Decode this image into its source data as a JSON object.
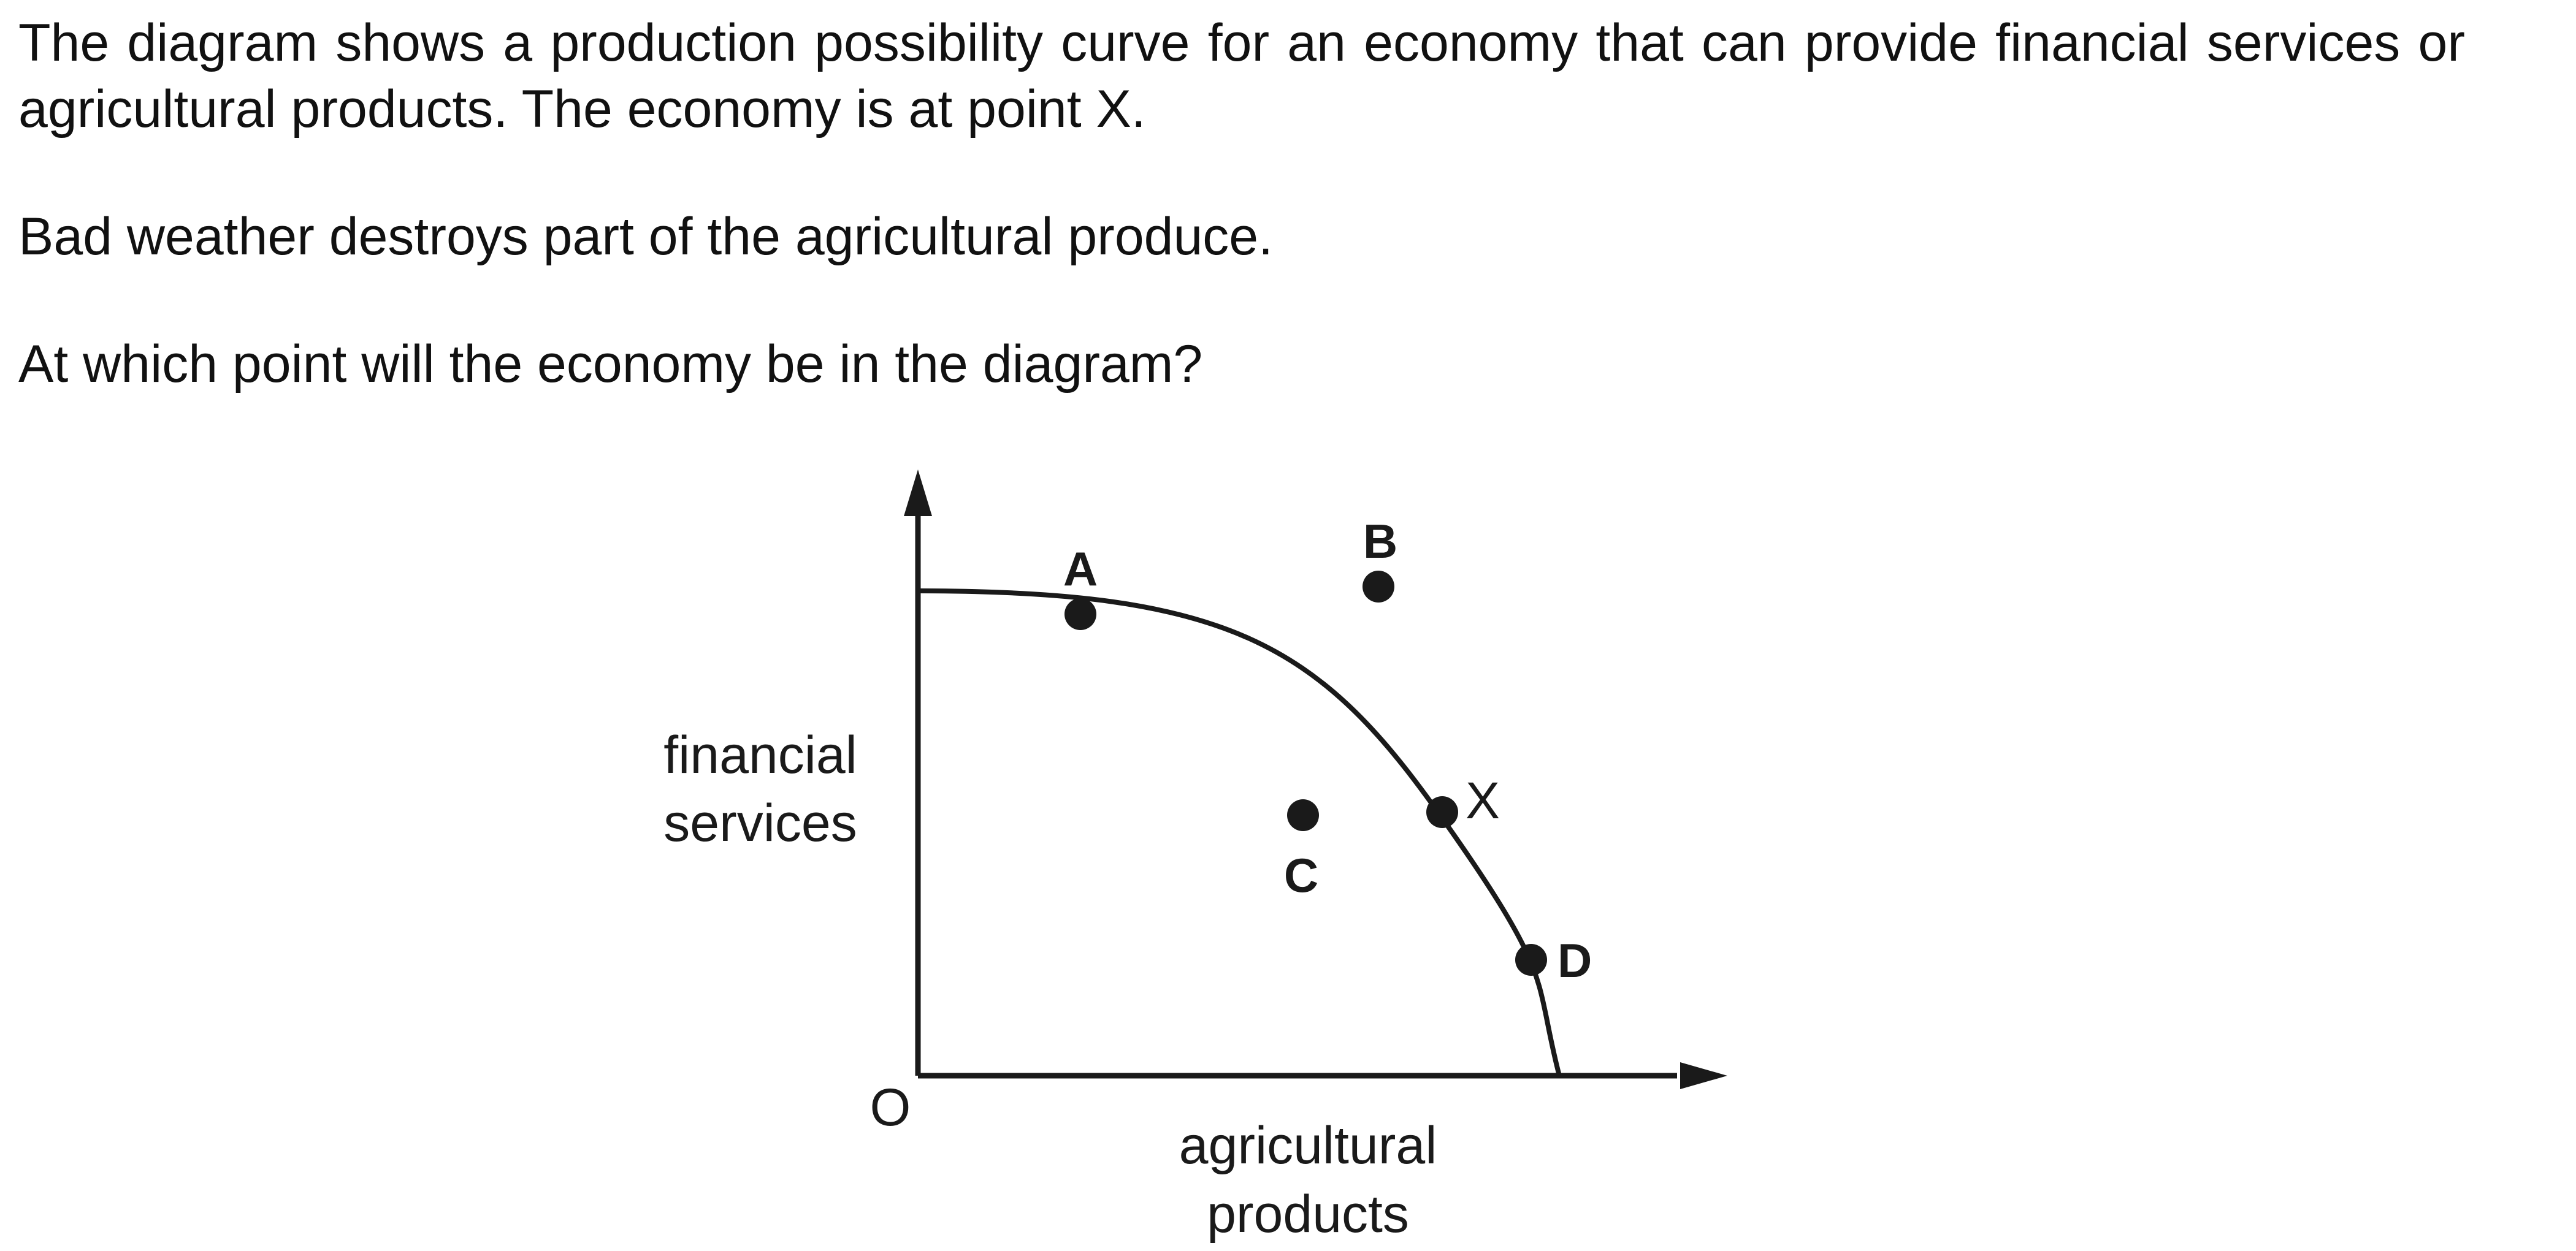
{
  "question": {
    "paragraph_1": "The diagram shows a production possibility curve for an economy that can provide financial services or agricultural products. The economy is at point X.",
    "paragraph_2": "Bad weather destroys part of the agricultural produce.",
    "paragraph_3": "At which point will the economy be in the diagram?"
  },
  "diagram": {
    "origin_label": "O",
    "y_axis_label_line1": "financial",
    "y_axis_label_line2": "services",
    "x_axis_label_line1": "agricultural",
    "x_axis_label_line2": "products",
    "points": {
      "a": "A",
      "b": "B",
      "c": "C",
      "d": "D",
      "x": "X"
    },
    "colors": {
      "ink": "#1a1a1a"
    }
  }
}
